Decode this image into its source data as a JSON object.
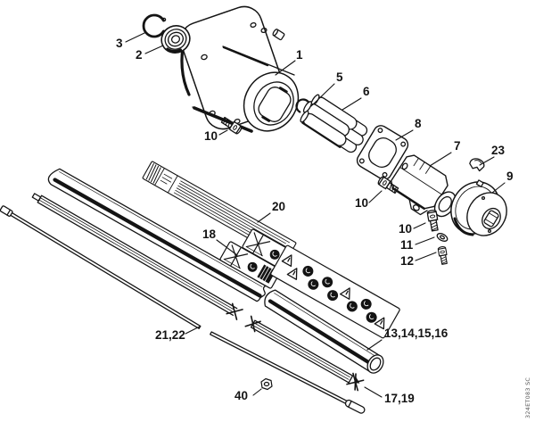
{
  "figure": {
    "background_color": "#ffffff",
    "ink_color": "#141414",
    "code_stamp": "324ET083 SC",
    "callouts": {
      "p1": "1",
      "p2": "2",
      "p3": "3",
      "p5": "5",
      "p6": "6",
      "p7": "7",
      "p8": "8",
      "p9": "9",
      "p10a": "10",
      "p10b": "10",
      "p10c": "10",
      "p11": "11",
      "p12": "12",
      "p13": "13,14,15,16",
      "p17": "17,19",
      "p18": "18",
      "p20": "20",
      "p21": "21,22",
      "p23": "23",
      "p40": "40"
    }
  }
}
